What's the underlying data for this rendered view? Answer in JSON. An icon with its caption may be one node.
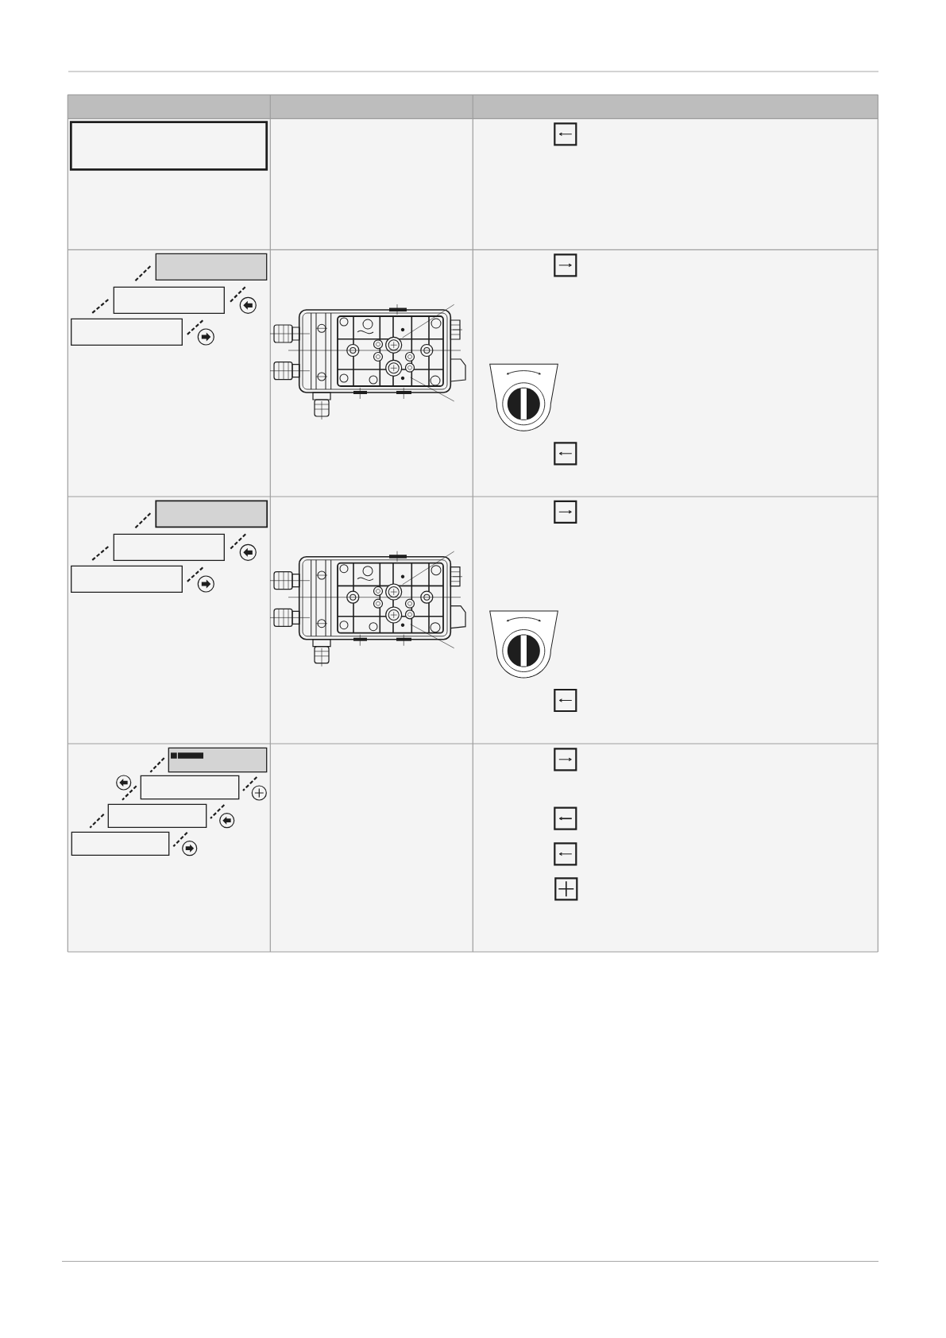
{
  "diagram": {
    "nodes": [
      {
        "text": [],
        "shape": "box"
      },
      {
        "text": [],
        "shape": "box"
      },
      {
        "text": [],
        "shape": "box"
      },
      {
        "text": [],
        "shape": "box"
      },
      {
        "text": [],
        "shape": "box"
      },
      {
        "text": [],
        "shape": "box"
      },
      {
        "text": [],
        "shape": "box"
      },
      {
        "text": [],
        "shape": "box"
      },
      {
        "text": [],
        "shape": "box"
      },
      {
        "text": [],
        "shape": "box"
      },
      {
        "text": [],
        "shape": "box"
      }
    ],
    "edges": [
      {
        "from": 1,
        "to": 2,
        "arrow": "none",
        "style": "dashed"
      },
      {
        "from": 1,
        "to": 2,
        "arrow": "none",
        "style": "dashed"
      },
      {
        "from": 2,
        "to": 3,
        "arrow": "none",
        "style": "dashed"
      },
      {
        "from": 2,
        "to": 3,
        "arrow": "none",
        "style": "dashed"
      },
      {
        "from": 4,
        "to": 5,
        "arrow": "none",
        "style": "dashed"
      },
      {
        "from": 4,
        "to": 5,
        "arrow": "none",
        "style": "dashed"
      },
      {
        "from": 5,
        "to": 6,
        "arrow": "none",
        "style": "dashed"
      },
      {
        "from": 5,
        "to": 6,
        "arrow": "none",
        "style": "dashed"
      },
      {
        "from": 7,
        "to": 8,
        "arrow": "none",
        "style": "dashed"
      },
      {
        "from": 7,
        "to": 8,
        "arrow": "none",
        "style": "dashed"
      },
      {
        "from": 8,
        "to": 9,
        "arrow": "none",
        "style": "dashed"
      },
      {
        "from": 8,
        "to": 9,
        "arrow": "none",
        "style": "dashed"
      },
      {
        "from": 9,
        "to": 10,
        "arrow": "none",
        "style": "dashed"
      },
      {
        "from": 9,
        "to": 10,
        "arrow": "none",
        "style": "dashed"
      }
    ]
  }
}
